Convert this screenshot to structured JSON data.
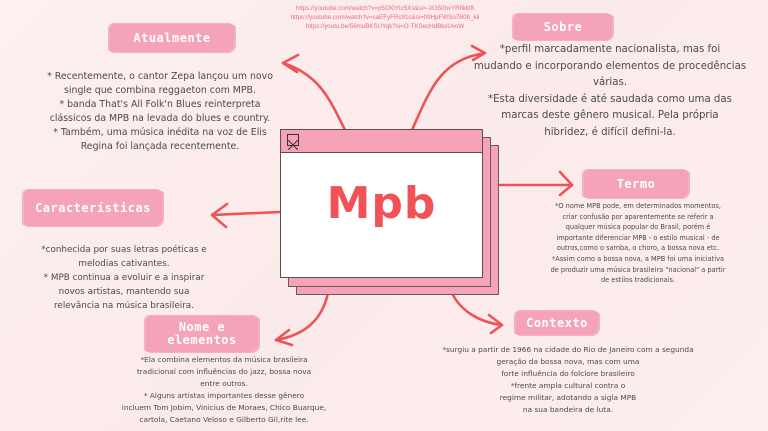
{
  "links": [
    "https://youtube.com/watch?v=p5OI0YIc5Xs&si=-iX350hvYRfikkf8",
    "https://youtube.com/watch?v=caEFyFRc91c&si=09HpFWSo7B0b_kli",
    "https://youtu.be/56muBKSUYqk?si=O-TKSecHdBkxUvoW"
  ],
  "center": {
    "title": "Mpb",
    "close_icon": "close-box-icon"
  },
  "nodes": {
    "atualmente": {
      "label": "Atualmente",
      "lines": [
        "* Recentemente, o cantor Zepa lançou um novo",
        "single que combina reggaeton com MPB.",
        "* banda That's All Folk'n Blues reinterpreta",
        "clássicos da MPB na levada do blues e country.",
        "* Também, uma música inédita na voz de Elis",
        "Regina foi lançada recentemente."
      ]
    },
    "sobre": {
      "label": "Sobre",
      "lines": [
        "*perfil marcadamente nacionalista, mas foi",
        "mudando e incorporando elementos de procedências",
        "várias.",
        "*Esta diversidade é até saudada como uma das",
        "marcas deste gênero musical. Pela própria",
        "hibridez, é difícil defini-la."
      ]
    },
    "caracteristicas": {
      "label": "Características",
      "lines": [
        "*conhecida por suas letras poéticas e",
        "melodias cativantes.",
        "* MPB continua a evoluir e a inspirar",
        "novos artistas, mantendo sua",
        "relevância na música brasileira."
      ]
    },
    "termo": {
      "label": "Termo",
      "lines": [
        "*O nome MPB pode, em determinados momentos,",
        "criar confusão por aparentemente se referir a",
        "qualquer música popular do Brasil, porém é",
        "importante diferenciar MPB - o estilo musical - de",
        "outros,como o samba, o choro, a bossa nova etc.",
        "*Assim como a bossa nova, a MPB foi uma iniciativa",
        "de produzir uma música brasileira \"nacional\" a partir",
        "de estilos tradicionais."
      ]
    },
    "nome": {
      "label_line1": "Nome e",
      "label_line2": "elementos",
      "lines": [
        "*Ela combina elementos da música brasileira",
        "tradicional com influências do jazz, bossa nova",
        "entre outros.",
        "* Alguns artistas importantes desse gênero",
        "incluem Tom Jobim, Vinicius de Moraes, Chico Buarque,",
        "cartola, Caetano Veloso e Gilberto Gil,rite lee."
      ]
    },
    "contexto": {
      "label": "Contexto",
      "lines": [
        "*surgiu a partir de 1966 na cidade do Rio de Janeiro com a segunda",
        "geração da bossa nova, mas com uma",
        "forte influência do folclore brasileiro",
        "*frente ampla cultural contra o",
        "regime militar, adotando a sigla MPB",
        "na sua bandeira de luta."
      ]
    }
  },
  "colors": {
    "background": "#fdf0f0",
    "label_pink": "#f5a3b8",
    "arrow_red": "#ef5358",
    "text": "#4b4b4b",
    "link": "#f06a78"
  }
}
